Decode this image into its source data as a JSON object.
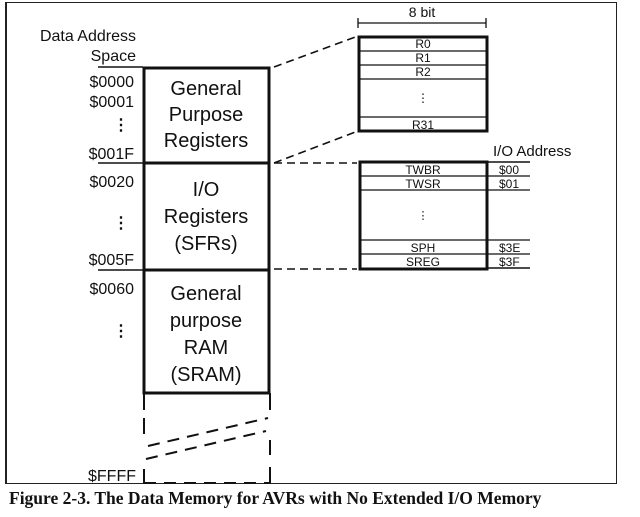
{
  "figure": {
    "caption": "Figure 2-3. The Data Memory for AVRs with No Extended I/O Memory"
  },
  "left_column": {
    "heading_line1": "Data Address",
    "heading_line2": "Space",
    "addresses": {
      "a0000": "$0000",
      "a0001": "$0001",
      "a001F": "$001F",
      "a0020": "$0020",
      "a005F": "$005F",
      "a0060": "$0060",
      "aFFFF": "$FFFF"
    },
    "ellipsis": "⋮"
  },
  "memory_blocks": {
    "gpr": [
      "General",
      "Purpose",
      "Registers"
    ],
    "io": [
      "I/O",
      "Registers",
      "(SFRs)"
    ],
    "sram": [
      "General",
      "purpose",
      "RAM",
      "(SRAM)"
    ]
  },
  "register_file": {
    "width_label": "8 bit",
    "rows": [
      "R0",
      "R1",
      "R2",
      "⋮",
      "R31"
    ]
  },
  "io_map": {
    "heading": "I/O Address",
    "rows": [
      {
        "name": "TWBR",
        "addr": "$00"
      },
      {
        "name": "TWSR",
        "addr": "$01"
      },
      {
        "name": "⋮",
        "addr": ""
      },
      {
        "name": "SPH",
        "addr": "$3E"
      },
      {
        "name": "SREG",
        "addr": "$3F"
      }
    ]
  }
}
